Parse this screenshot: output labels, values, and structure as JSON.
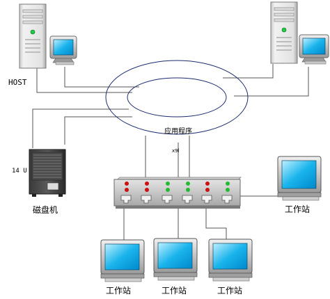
{
  "labels": {
    "host": "HOST",
    "disk_size": "14 U",
    "disk": "磁盘机",
    "app": "应用程序",
    "tiny": "x9l",
    "workstation": "工作站"
  },
  "colors": {
    "line": "#555555",
    "ring": "#1a2a6e",
    "screen": "#00a8e8",
    "switch_body": "#b8b8b8",
    "led_red": "#cc1111",
    "led_green": "#22bb33",
    "tower_body": "#e6e6e6"
  },
  "icons": {
    "server": "tower-pc-icon",
    "monitor": "crt-monitor-icon",
    "disk": "disk-array-icon",
    "switch": "network-switch-icon",
    "workstation": "workstation-icon"
  }
}
